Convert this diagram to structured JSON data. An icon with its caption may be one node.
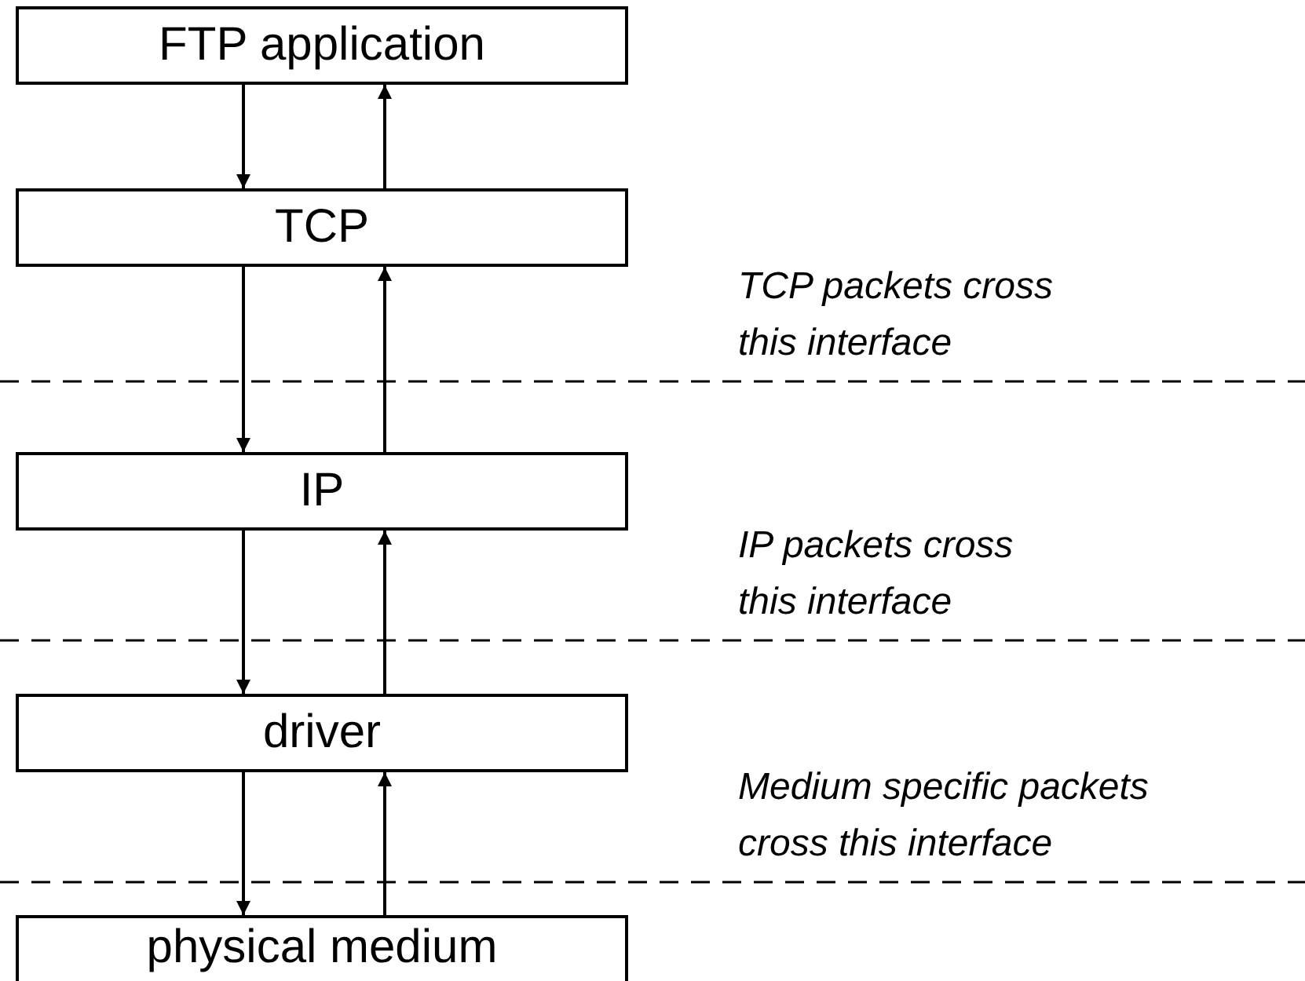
{
  "diagram": {
    "nodes": [
      {
        "text": [
          "FTP application"
        ]
      },
      {
        "text": [
          "TCP"
        ]
      },
      {
        "text": [
          "IP"
        ]
      },
      {
        "text": [
          "driver"
        ]
      },
      {
        "text": [
          "physical medium"
        ]
      }
    ],
    "edges": [
      {
        "from": 0,
        "to": 1,
        "arrow": "to"
      },
      {
        "from": 1,
        "to": 0,
        "arrow": "to"
      },
      {
        "from": 1,
        "to": 2,
        "arrow": "to"
      },
      {
        "from": 2,
        "to": 1,
        "arrow": "to"
      },
      {
        "from": 2,
        "to": 3,
        "arrow": "to"
      },
      {
        "from": 3,
        "to": 2,
        "arrow": "to"
      },
      {
        "from": 3,
        "to": 4,
        "arrow": "to"
      },
      {
        "from": 4,
        "to": 3,
        "arrow": "to"
      }
    ],
    "labels": [
      "TCP packets cross this interface",
      "IP packets cross this interface",
      "Medium specific packets cross this interface"
    ]
  }
}
